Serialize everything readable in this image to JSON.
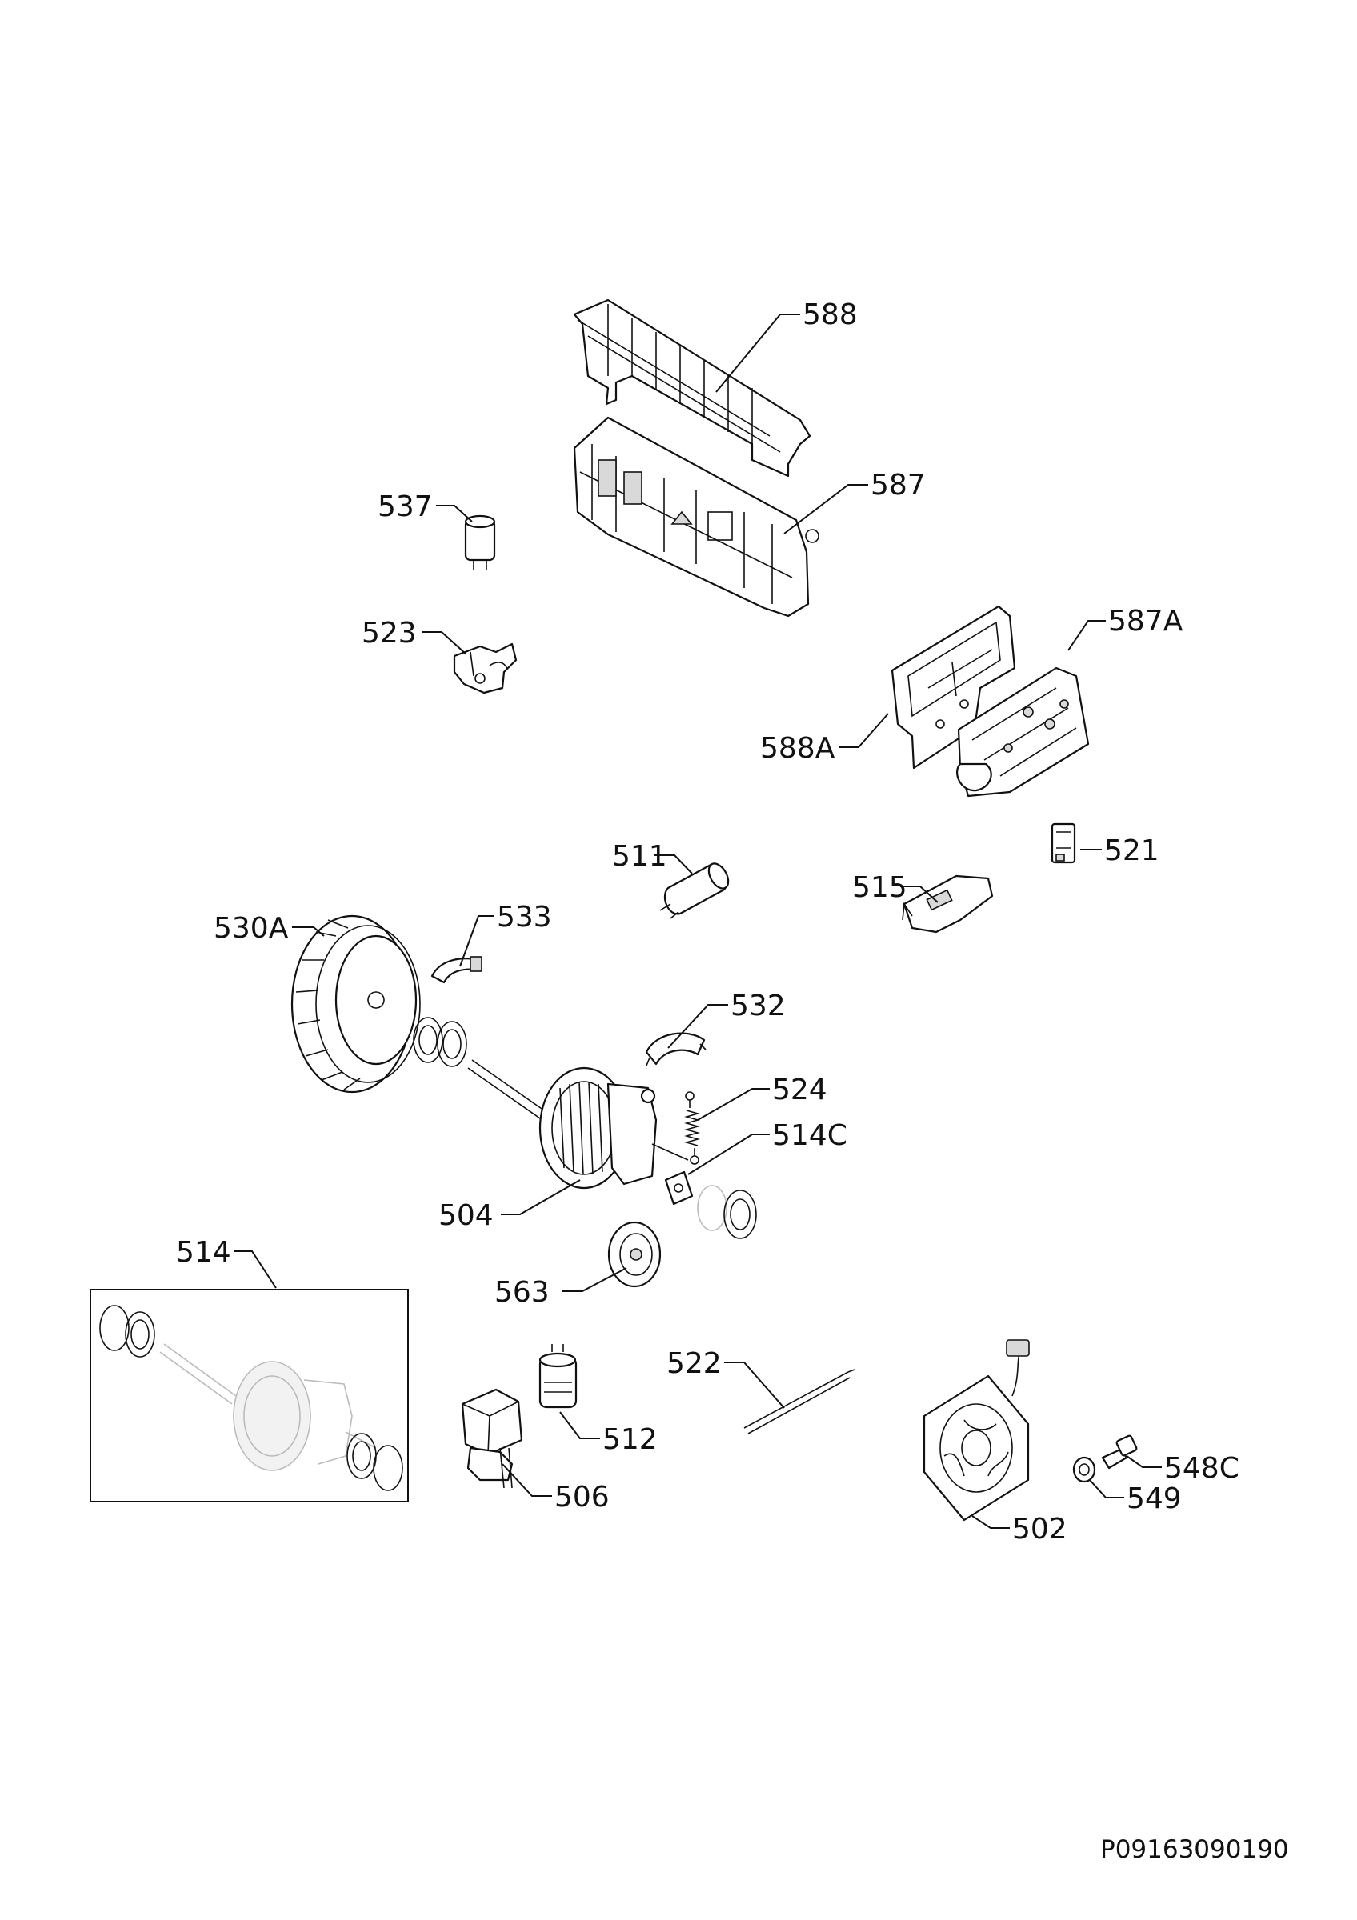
{
  "diagram": {
    "drawing_code": "P09163090190",
    "callouts": [
      {
        "id": "588",
        "label": "588"
      },
      {
        "id": "587",
        "label": "587"
      },
      {
        "id": "537",
        "label": "537"
      },
      {
        "id": "523",
        "label": "523"
      },
      {
        "id": "587A",
        "label": "587A"
      },
      {
        "id": "588A",
        "label": "588A"
      },
      {
        "id": "511",
        "label": "511"
      },
      {
        "id": "521",
        "label": "521"
      },
      {
        "id": "515",
        "label": "515"
      },
      {
        "id": "530A",
        "label": "530A"
      },
      {
        "id": "533",
        "label": "533"
      },
      {
        "id": "532",
        "label": "532"
      },
      {
        "id": "524",
        "label": "524"
      },
      {
        "id": "514C",
        "label": "514C"
      },
      {
        "id": "504",
        "label": "504"
      },
      {
        "id": "514",
        "label": "514"
      },
      {
        "id": "563",
        "label": "563"
      },
      {
        "id": "522",
        "label": "522"
      },
      {
        "id": "512",
        "label": "512"
      },
      {
        "id": "506",
        "label": "506"
      },
      {
        "id": "548C",
        "label": "548C"
      },
      {
        "id": "549",
        "label": "549"
      },
      {
        "id": "502",
        "label": "502"
      }
    ]
  }
}
